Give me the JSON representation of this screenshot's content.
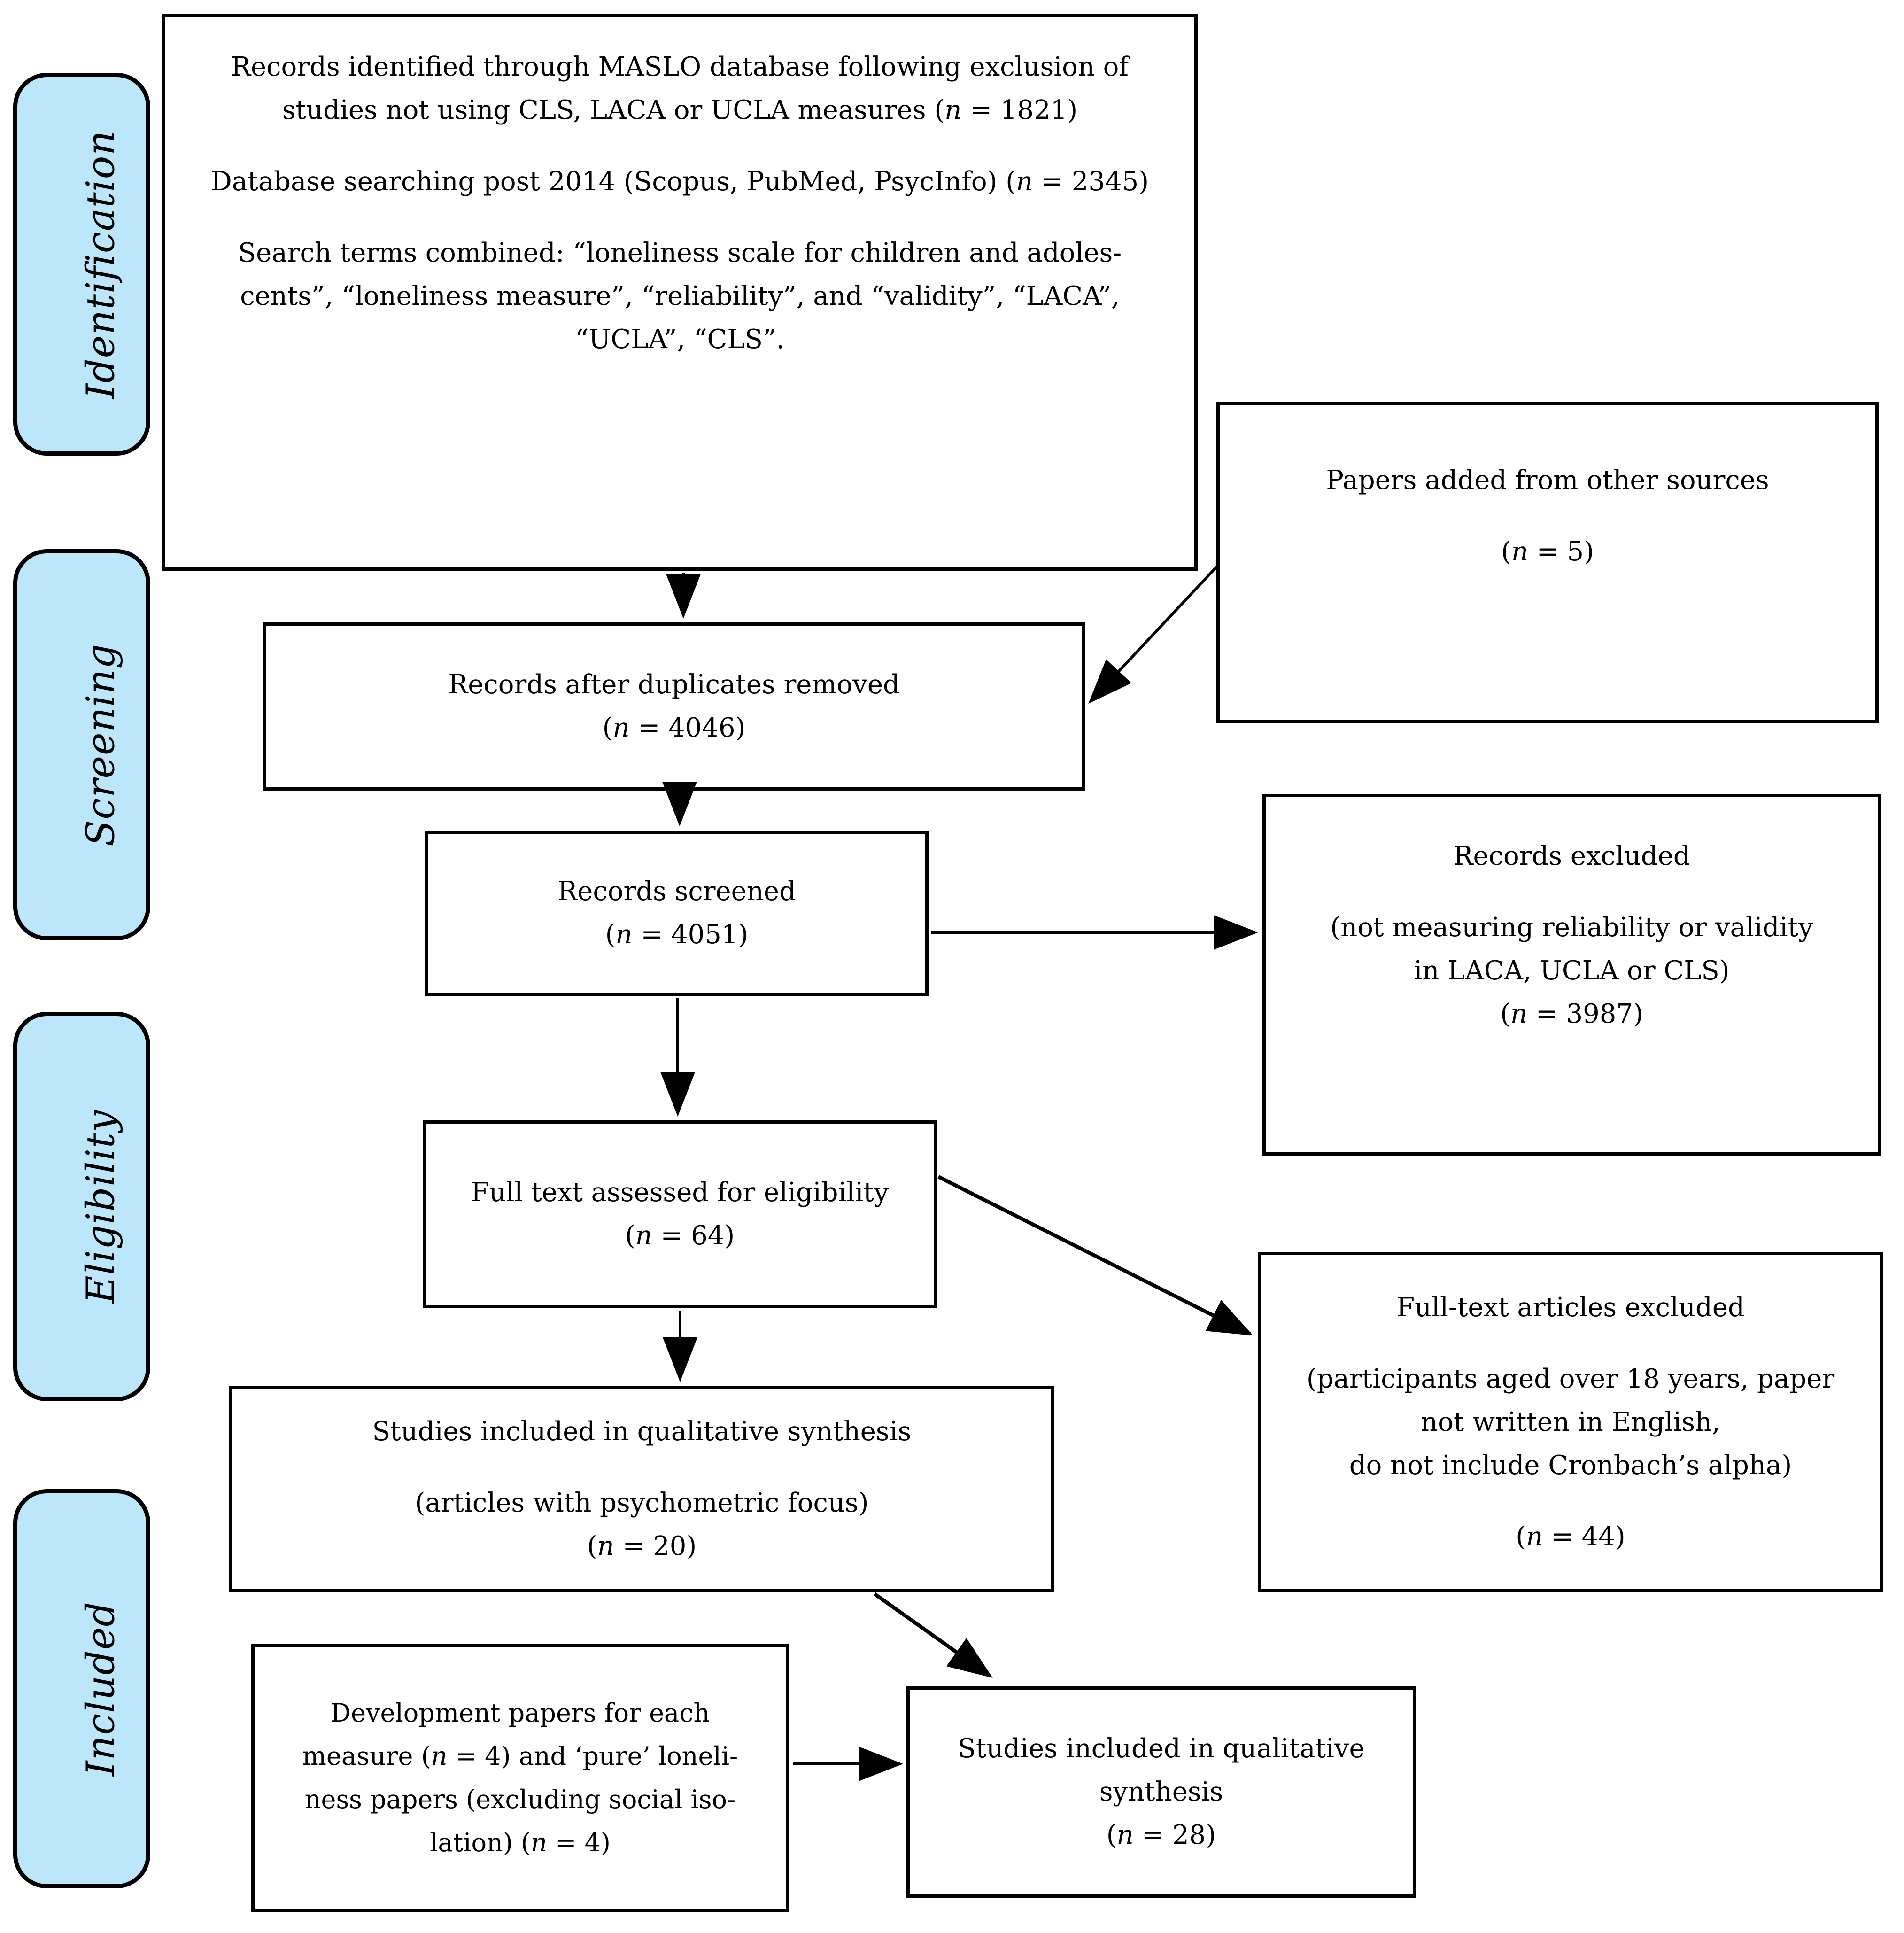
{
  "colors": {
    "stage_fill": "#bce6fa",
    "stage_border": "#000000",
    "box_border": "#000000",
    "arrow": "#000000",
    "background": "#ffffff"
  },
  "sidebar": {
    "stages": [
      {
        "id": "identification",
        "label": "Identification"
      },
      {
        "id": "screening",
        "label": "Screening"
      },
      {
        "id": "eligibility",
        "label": "Eligibility"
      },
      {
        "id": "included",
        "label": "Included"
      }
    ]
  },
  "boxes": {
    "records_identified": {
      "lines": [
        "Records identified through MASLO database following exclusion of",
        "studies not using CLS, LACA or UCLA measures (n = 1821)",
        "",
        "Database searching post 2014 (Scopus, PubMed, PsycInfo) (n = 2345)",
        "",
        "Search terms combined: “loneliness scale for children and adoles-",
        "cents”, “loneliness measure”, “reliability”, and “validity”, “LACA”,",
        "“UCLA”, “CLS”."
      ]
    },
    "other_sources": {
      "lines": [
        "Papers added from other sources",
        "",
        "(n = 5)"
      ]
    },
    "duplicates_removed": {
      "lines": [
        "Records after duplicates removed",
        "(n = 4046)"
      ]
    },
    "records_screened": {
      "lines": [
        "Records screened",
        "(n = 4051)"
      ]
    },
    "records_excluded": {
      "lines": [
        "Records excluded",
        "",
        "(not measuring reliability or validity",
        "in LACA, UCLA or CLS)",
        "(n = 3987)"
      ]
    },
    "full_text_assessed": {
      "lines": [
        "Full text assessed for eligibility",
        "(n = 64)"
      ]
    },
    "full_text_excluded": {
      "lines": [
        "Full-text articles excluded",
        "",
        "(participants aged over 18 years, paper",
        "not written in English,",
        "do not include Cronbach’s alpha)",
        "",
        "(n = 44)"
      ]
    },
    "qualitative_synthesis_20": {
      "lines": [
        "Studies included in qualitative synthesis",
        "",
        "(articles with psychometric focus)",
        "(n = 20)"
      ]
    },
    "development_papers": {
      "lines": [
        "Development papers for each",
        "measure (n = 4) and ‘pure’ loneli-",
        "ness papers (excluding social iso-",
        "lation) (n = 4)"
      ]
    },
    "qualitative_synthesis_28": {
      "lines": [
        "Studies included in qualitative",
        "synthesis",
        "(n = 28)"
      ]
    }
  }
}
